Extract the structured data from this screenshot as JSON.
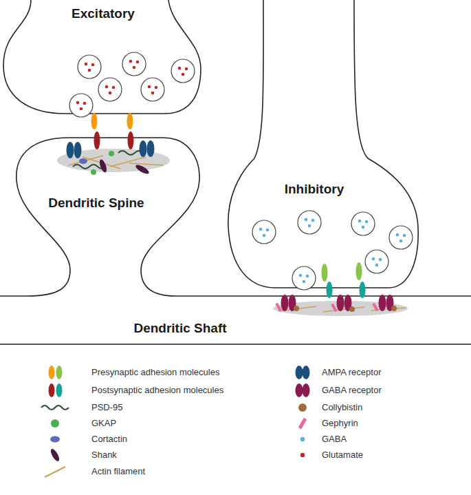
{
  "diagram": {
    "nodes": [
      {
        "text": [
          "Excitatory"
        ]
      },
      {
        "text": [
          "Inhibitory"
        ]
      },
      {
        "text": [
          "Dendritic Spine"
        ]
      },
      {
        "text": [
          "Dendritic Shaft"
        ]
      }
    ],
    "legend": [
      {
        "text": "Presynaptic adhesion molecules"
      },
      {
        "text": "Postsynaptic adhesion molecules"
      },
      {
        "text": "PSD-95"
      },
      {
        "text": "GKAP",
        "color": "#4caf50"
      },
      {
        "text": "Cortactin",
        "color": "#5b6abf"
      },
      {
        "text": "Shank",
        "color": "#4a1942"
      },
      {
        "text": "Actin filament"
      },
      {
        "text": "AMPA receptor",
        "color": "#1d4f7c"
      },
      {
        "text": "GABA receptor",
        "color": "#8e1b50"
      },
      {
        "text": "Collybistin",
        "color": "#a36a3a"
      },
      {
        "text": "Gephyrin",
        "color": "#e8679e"
      },
      {
        "text": "GABA",
        "color": "#58aee0"
      },
      {
        "text": "Glutamate",
        "color": "#c62828"
      }
    ]
  }
}
